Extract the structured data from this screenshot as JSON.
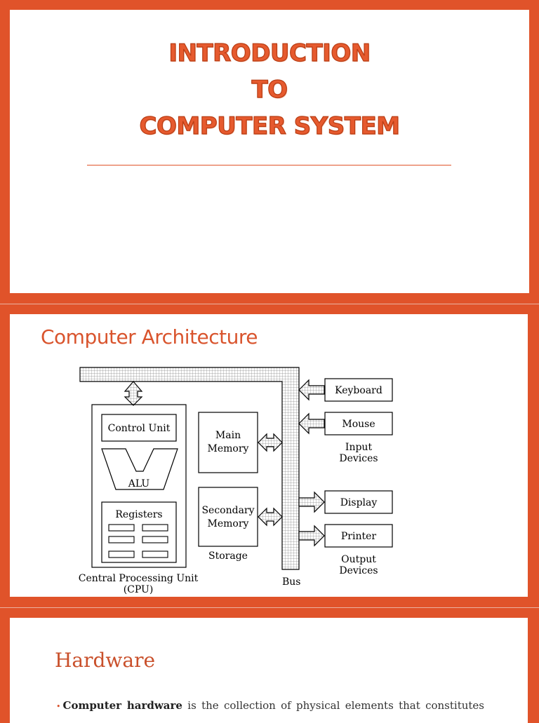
{
  "slide1": {
    "title_lines": [
      "INTRODUCTION",
      "TO",
      "COMPUTER SYSTEM"
    ]
  },
  "slide2": {
    "title": "Computer Architecture",
    "diagram": {
      "control_unit": "Control Unit",
      "alu": "ALU",
      "registers": "Registers",
      "cpu_label_line1": "Central Processing Unit",
      "cpu_label_line2": "(CPU)",
      "main_memory_line1": "Main",
      "main_memory_line2": "Memory",
      "secondary_memory_line1": "Secondary",
      "secondary_memory_line2": "Memory",
      "storage": "Storage",
      "bus": "Bus",
      "keyboard": "Keyboard",
      "mouse": "Mouse",
      "input_devices_line1": "Input",
      "input_devices_line2": "Devices",
      "display": "Display",
      "printer": "Printer",
      "output_devices_line1": "Output",
      "output_devices_line2": "Devices"
    }
  },
  "slide3": {
    "title": "Hardware",
    "bullet_bold": "Computer hardware",
    "bullet_text": "is the collection of physical elements that constitutes"
  },
  "colors": {
    "frame": "#e0532a",
    "title": "#e65a2e"
  }
}
